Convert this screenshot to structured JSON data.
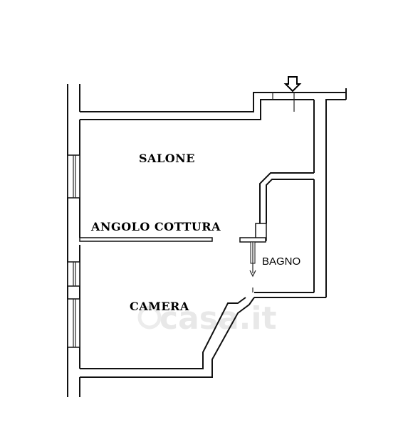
{
  "rooms": {
    "salone": "SALONE",
    "angolo_cottura": "ANGOLO COTTURA",
    "bagno": "BAGNO",
    "camera": "CAMERA"
  },
  "watermark": {
    "text": "casa.it"
  },
  "colors": {
    "wall": "#111111",
    "background": "#ffffff",
    "watermark": "#e8e8e8"
  }
}
